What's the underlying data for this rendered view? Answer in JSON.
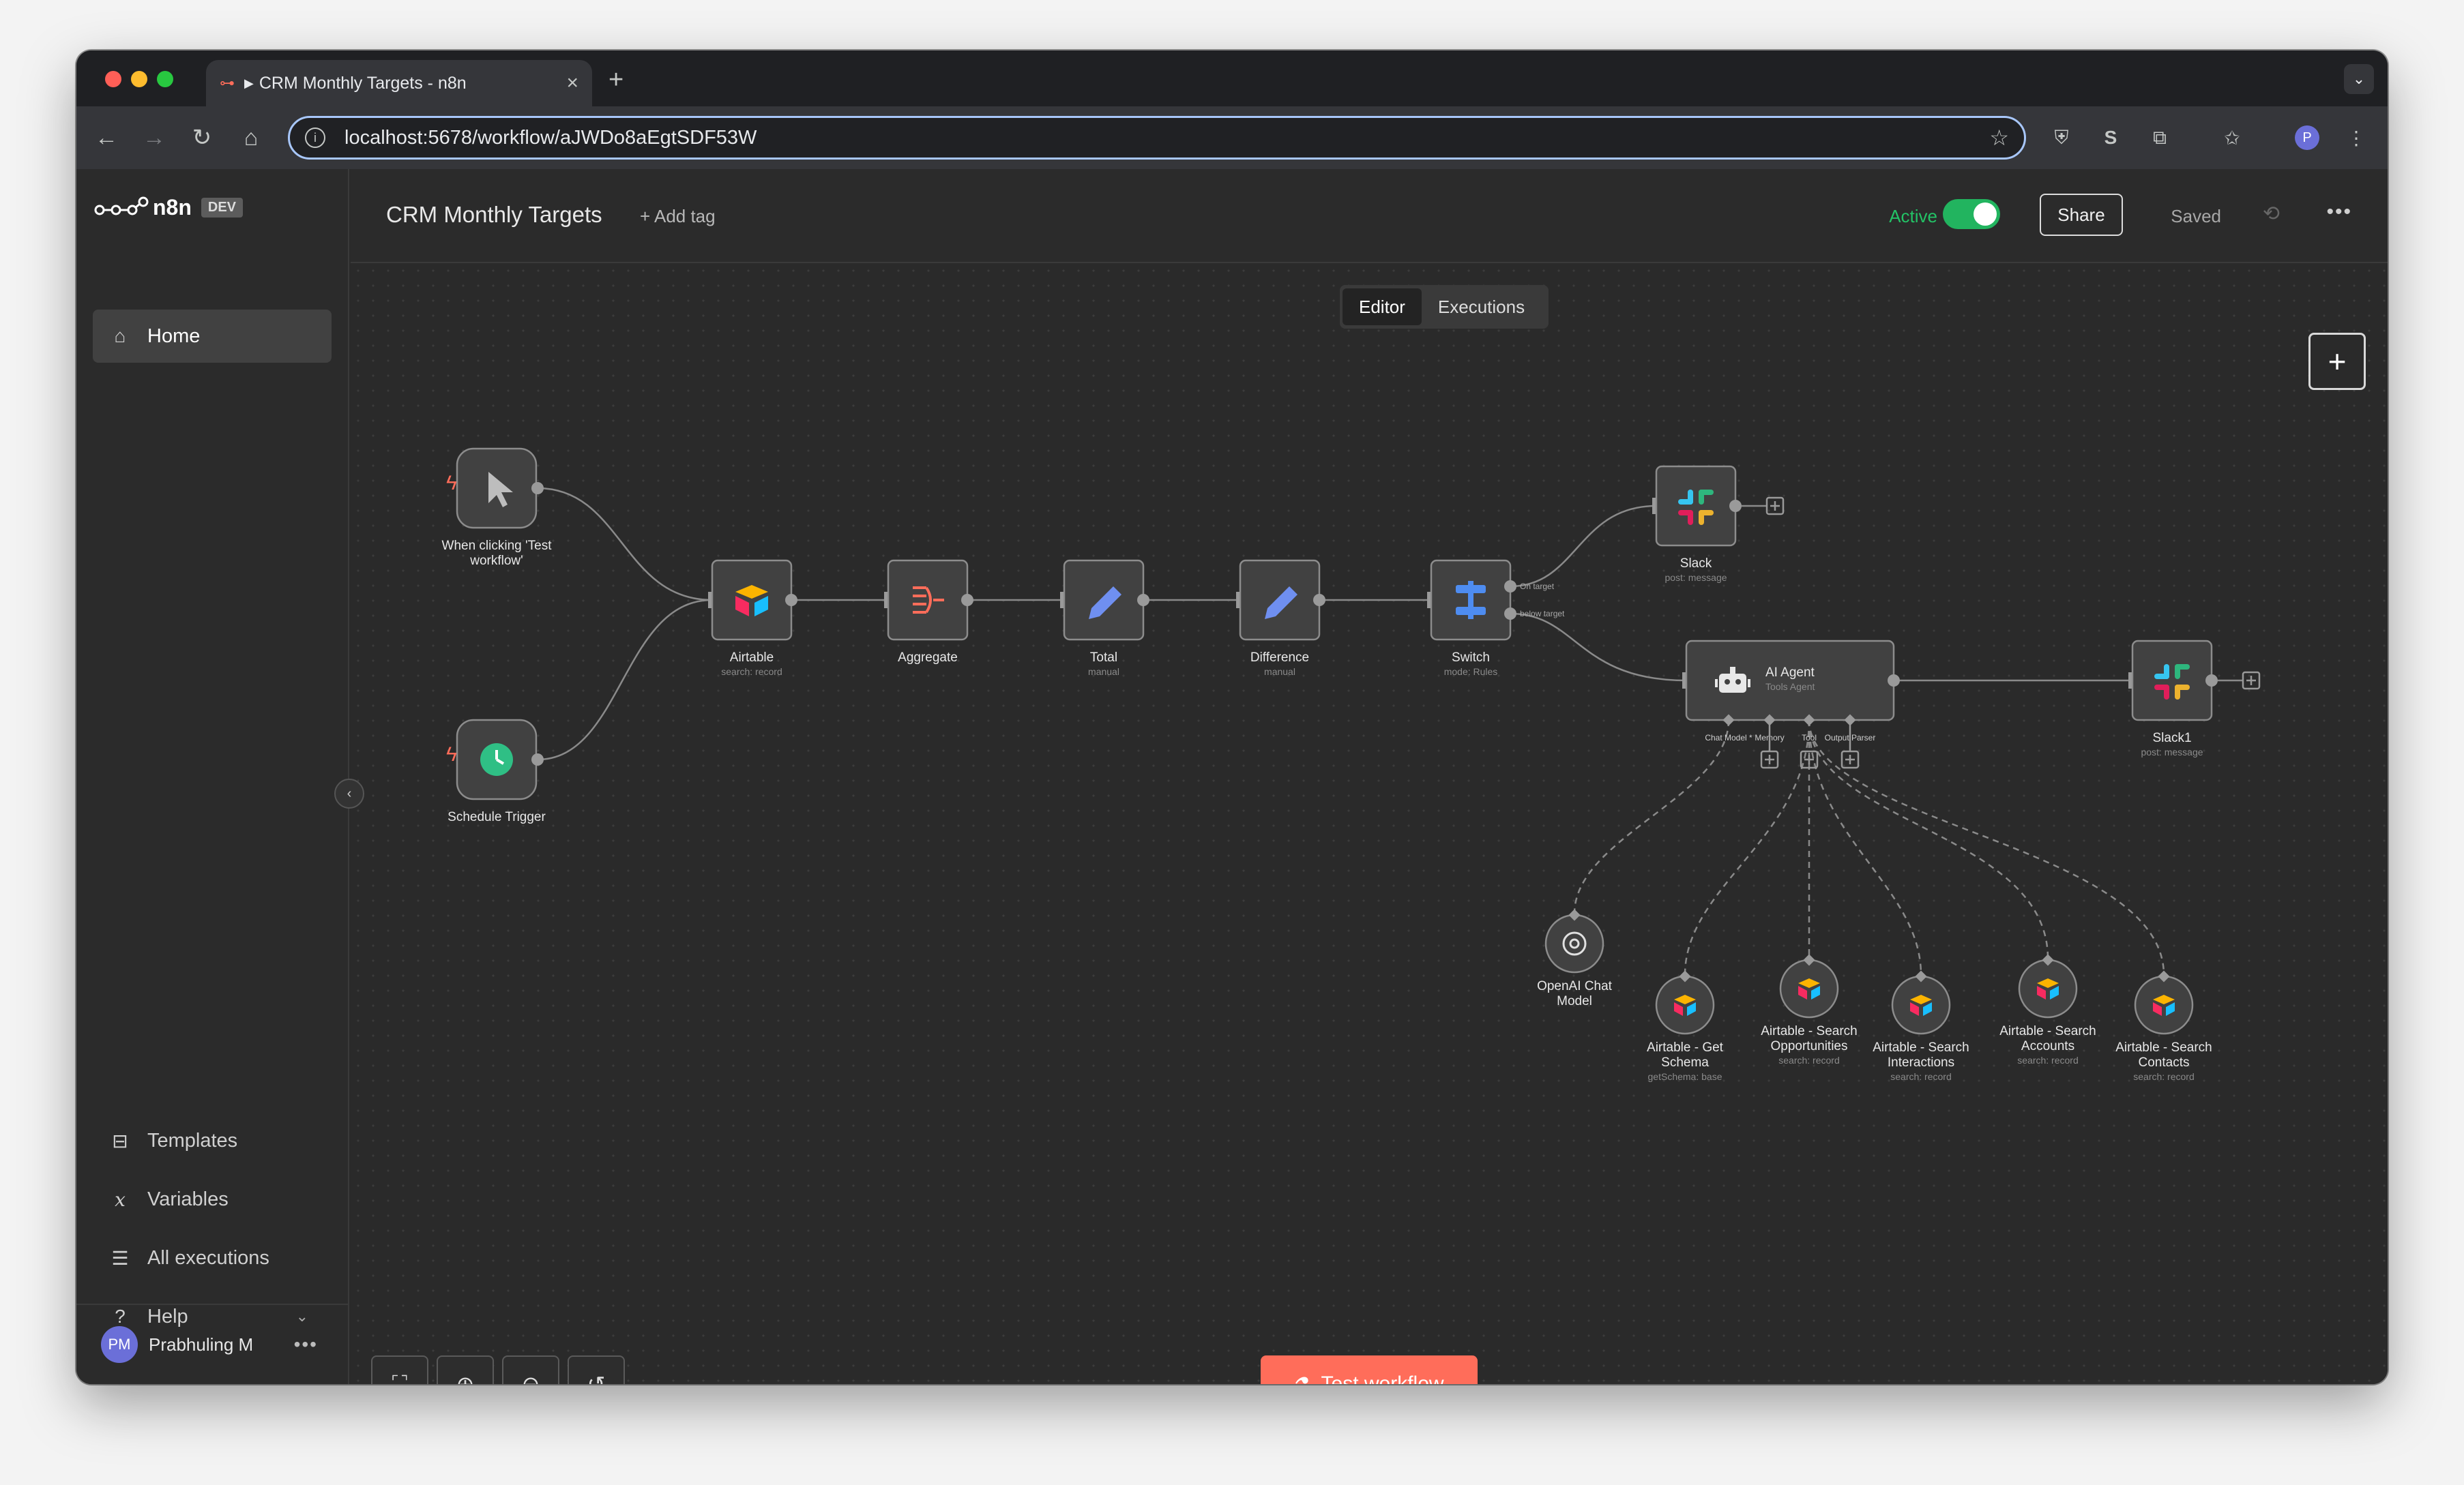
{
  "browser": {
    "tab_title": "CRM Monthly Targets - n8n",
    "url": "localhost:5678/workflow/aJWDo8aEgtSDF53W",
    "profile_initial": "P"
  },
  "sidebar": {
    "brand": "n8n",
    "badge": "DEV",
    "home": "Home",
    "templates": "Templates",
    "variables": "Variables",
    "executions": "All executions",
    "help": "Help",
    "user_initials": "PM",
    "user_name": "Prabhuling M"
  },
  "header": {
    "title": "CRM Monthly Targets",
    "add_tag": "+ Add tag",
    "active_label": "Active",
    "share": "Share",
    "saved": "Saved"
  },
  "canvas": {
    "tabs": [
      "Editor",
      "Executions"
    ],
    "test_button": "Test workflow"
  },
  "nodes": {
    "manual_trigger": "When clicking 'Test",
    "manual_trigger_2": "workflow'",
    "schedule": "Schedule Trigger",
    "airtable": "Airtable",
    "airtable_sub": "search: record",
    "aggregate": "Aggregate",
    "total": "Total",
    "total_sub": "manual",
    "difference": "Difference",
    "difference_sub": "manual",
    "switch": "Switch",
    "switch_sub": "mode: Rules",
    "out_on_target": "On target",
    "out_below_target": "below target",
    "slack": "Slack",
    "slack_sub": "post: message",
    "agent": "AI Agent",
    "agent_sub": "Tools Agent",
    "port_chat": "Chat Model *",
    "port_memory": "Memory",
    "port_tool": "Tool",
    "port_parser": "Output Parser",
    "slack1": "Slack1",
    "slack1_sub": "post: message",
    "openai_1": "OpenAI Chat",
    "openai_2": "Model",
    "getschema_1": "Airtable - Get",
    "getschema_2": "Schema",
    "getschema_sub": "getSchema: base",
    "opps_1": "Airtable - Search",
    "opps_2": "Opportunities",
    "opps_sub": "search: record",
    "inter_1": "Airtable - Search",
    "inter_2": "Interactions",
    "inter_sub": "search: record",
    "acc_1": "Airtable - Search",
    "acc_2": "Accounts",
    "acc_sub": "search: record",
    "cont_1": "Airtable - Search",
    "cont_2": "Contacts",
    "cont_sub": "search: record"
  },
  "colors": {
    "accent": "#ff6d5a",
    "active_green": "#22b45f"
  }
}
